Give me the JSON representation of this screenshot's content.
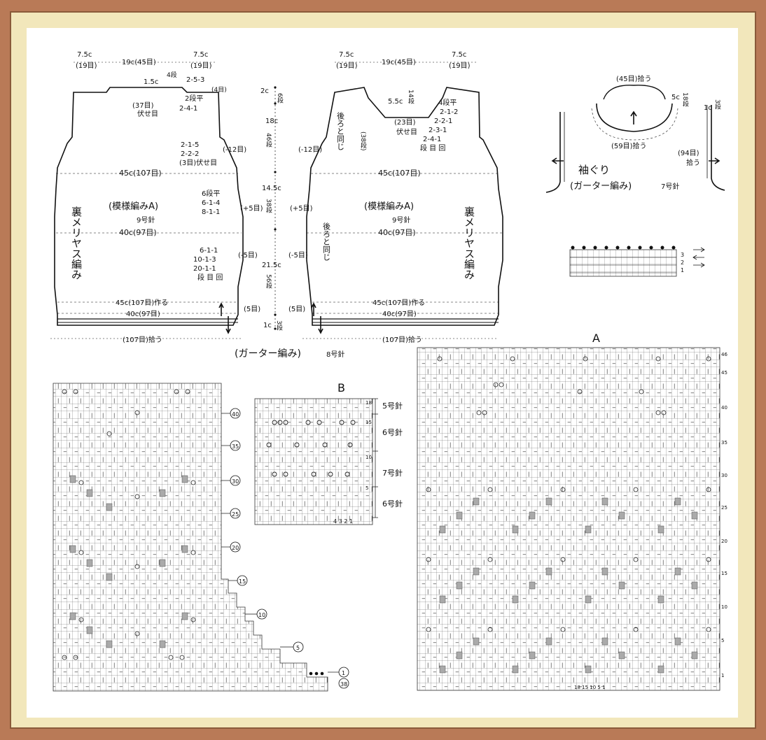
{
  "front": {
    "top_left_width": "7.5c",
    "top_left_sts": "(19目)",
    "top_center": "19c(45目)",
    "top_right_width": "7.5c",
    "top_right_sts": "(19目)",
    "neck_depth": "1.5c",
    "neck_rows": "4段",
    "neck_dec_1": "2-5-3",
    "neck_dec_1b": "(4目)",
    "neck_bindoff": "(37目)",
    "neck_bindoff_label": "伏せ目",
    "neck_dec_2": "2段平",
    "neck_dec_3": "2-4-1",
    "arm_dec_1": "2-1-5",
    "arm_dec_2": "2-2-2",
    "arm_dec_3": "(3目)伏せ目",
    "arm_minus": "(-12目)",
    "bust": "45c(107目)",
    "pattern_name": "(模様編みA)",
    "needle": "9号針",
    "side_label": "裏メリヤス編み",
    "side_inc_1": "6段平",
    "side_inc_2": "6-1-4",
    "side_inc_3": "8-1-1",
    "side_plus": "(+5目)",
    "waist": "40c(97目)",
    "side_dec_1": "6-1-1",
    "side_dec_2": "10-1-3",
    "side_dec_3": "20-1-1",
    "side_dec_hdr": "段 目 回",
    "side_minus": "(-5目)",
    "cast_on": "45c(107目)作る",
    "hem_width": "40c(97目)",
    "hem_sts": "(5目)",
    "pickup": "(107目)拾う"
  },
  "back": {
    "top_left_width": "7.5c",
    "top_left_sts": "(19目)",
    "top_center": "19c(45目)",
    "top_right_width": "7.5c",
    "top_right_sts": "(19目)",
    "neck_depth": "5.5c",
    "neck_rows": "14段",
    "neck_bindoff": "(23目)",
    "neck_bindoff_label": "伏せ目",
    "neck_dec_0": "4段平",
    "neck_dec_1": "2-1-2",
    "neck_dec_2": "2-2-1",
    "neck_dec_3": "2-3-1",
    "neck_dec_4": "2-4-1",
    "neck_dec_hdr": "段 目 回",
    "same_as_front": "後ろと同じ",
    "armhole_rows": "(38段)",
    "arm_minus": "(-12目)",
    "bust": "45c(107目)",
    "pattern_name": "(模様編みA)",
    "needle": "9号針",
    "side_label": "裏メリヤス編み",
    "side_plus": "(+5目)",
    "waist": "40c(97目)",
    "side_minus": "(-5目)",
    "cast_on": "45c(107目)作る",
    "hem_width": "40c(97目)",
    "hem_sts": "(5目)",
    "pickup": "(107目)拾う"
  },
  "center_measures": {
    "m1": "2c",
    "m1_rows": "6段",
    "m2": "18c",
    "m2_rows": "46段",
    "m3": "14.5c",
    "m3_rows": "38段",
    "m4": "21.5c",
    "m4_rows": "56段",
    "m5": "1c",
    "m5_rows": "3段",
    "garter": "(ガーター編み)",
    "garter_needle": "8号針"
  },
  "collar": {
    "pickup_top": "(45目)拾う",
    "height": "5c",
    "height_rows": "18段",
    "pickup_bottom": "(59目)拾う",
    "arm_height": "1c",
    "arm_rows": "3段",
    "arm_pickup": "(94目)",
    "arm_pickup_label": "拾う",
    "arm_title": "袖ぐり",
    "arm_stitch": "(ガーター編み)",
    "arm_needle": "7号針"
  },
  "chart_b": {
    "title": "B",
    "n1": "5号針",
    "n2": "6号針",
    "n3": "7号針",
    "n4": "6号針",
    "row_18": "18",
    "row_15": "15",
    "row_10": "10",
    "row_5": "5",
    "cols": "4 3 2 1"
  },
  "chart_a": {
    "title": "A",
    "col_labels": "18 15   10   5  1",
    "rows": [
      "46",
      "45",
      "40",
      "35",
      "30",
      "25",
      "20",
      "15",
      "10",
      "5",
      "1"
    ]
  },
  "chart_left": {
    "markers": [
      "40",
      "35",
      "30",
      "25",
      "20",
      "15",
      "10",
      "5",
      "1",
      "38"
    ]
  },
  "small_chart": {
    "rows": [
      "3",
      "2",
      "1"
    ]
  }
}
